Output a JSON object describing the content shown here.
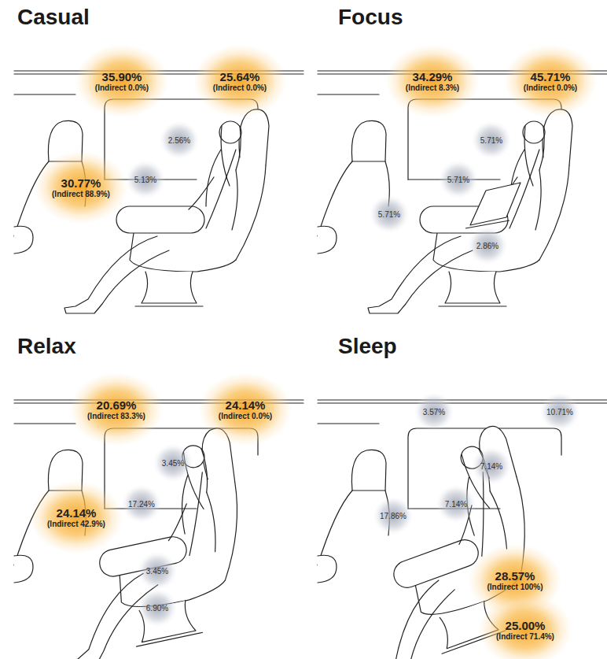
{
  "diagram": {
    "nodes": [
      {
        "text": [
          "35.90%",
          "(Indirect 0.0%)"
        ]
      },
      {
        "text": [
          "25.64%",
          "(Indirect 0.0%)"
        ]
      },
      {
        "text": [
          "2.56%"
        ]
      },
      {
        "text": [
          "5.13%"
        ]
      },
      {
        "text": [
          "30.77%",
          "(Indirect 88.9%)"
        ]
      },
      {
        "text": [
          "34.29%",
          "(Indirect 8.3%)"
        ]
      },
      {
        "text": [
          "45.71%",
          "(Indirect 0.0%)"
        ]
      },
      {
        "text": [
          "5.71%"
        ]
      },
      {
        "text": [
          "5.71%"
        ]
      },
      {
        "text": [
          "5.71%"
        ]
      },
      {
        "text": [
          "2.86%"
        ]
      },
      {
        "text": [
          "20.69%",
          "(Indirect 83.3%)"
        ]
      },
      {
        "text": [
          "24.14%",
          "(Indirect 0.0%)"
        ]
      },
      {
        "text": [
          "3.45%"
        ]
      },
      {
        "text": [
          "17.24%"
        ]
      },
      {
        "text": [
          "24.14%",
          "(Indirect 42.9%)"
        ]
      },
      {
        "text": [
          "3.45%"
        ]
      },
      {
        "text": [
          "6.90%"
        ]
      },
      {
        "text": [
          "3.57%"
        ]
      },
      {
        "text": [
          "10.71%"
        ]
      },
      {
        "text": [
          "7.14%"
        ]
      },
      {
        "text": [
          "7.14%"
        ]
      },
      {
        "text": [
          "17.86%"
        ]
      },
      {
        "text": [
          "28.57%",
          "(Indirect 100%)"
        ]
      },
      {
        "text": [
          "25.00%",
          "(Indirect 71.4%)"
        ]
      }
    ],
    "labels": [
      "Casual",
      "Focus",
      "Relax",
      "Sleep"
    ]
  }
}
